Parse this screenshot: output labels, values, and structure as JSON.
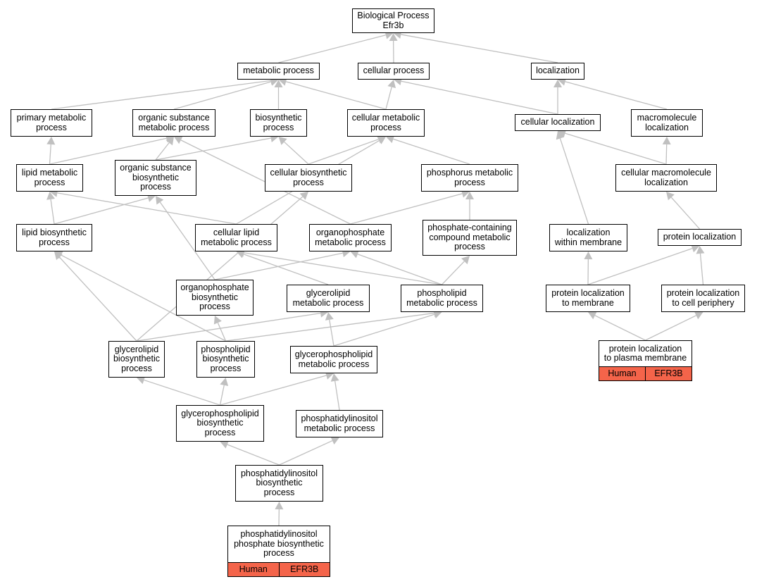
{
  "colors": {
    "edge": "#c0c0c0",
    "tag_fill": "#f4644a",
    "node_border": "#000000"
  },
  "nodes": {
    "bp": {
      "label": "Biological Process\nEfr3b"
    },
    "metabolic": {
      "label": "metabolic process"
    },
    "cellular": {
      "label": "cellular process"
    },
    "localization": {
      "label": "localization"
    },
    "primary_metabolic": {
      "label": "primary metabolic\nprocess"
    },
    "organic_substance_metabolic": {
      "label": "organic substance\nmetabolic process"
    },
    "biosynthetic": {
      "label": "biosynthetic\nprocess"
    },
    "cellular_metabolic": {
      "label": "cellular metabolic\nprocess"
    },
    "cellular_localization": {
      "label": "cellular localization"
    },
    "macromolecule_localization": {
      "label": "macromolecule\nlocalization"
    },
    "lipid_metabolic": {
      "label": "lipid metabolic\nprocess"
    },
    "organic_substance_biosynthetic": {
      "label": "organic substance\nbiosynthetic\nprocess"
    },
    "cellular_biosynthetic": {
      "label": "cellular biosynthetic\nprocess"
    },
    "phosphorus_metabolic": {
      "label": "phosphorus metabolic\nprocess"
    },
    "cellular_macromolecule_localization": {
      "label": "cellular macromolecule\nlocalization"
    },
    "lipid_biosynthetic": {
      "label": "lipid biosynthetic\nprocess"
    },
    "cellular_lipid_metabolic": {
      "label": "cellular lipid\nmetabolic process"
    },
    "organophosphate_metabolic": {
      "label": "organophosphate\nmetabolic process"
    },
    "phosphate_containing": {
      "label": "phosphate-containing\ncompound metabolic\nprocess"
    },
    "localization_within_membrane": {
      "label": "localization\nwithin membrane"
    },
    "protein_localization": {
      "label": "protein localization"
    },
    "organophosphate_biosynthetic": {
      "label": "organophosphate\nbiosynthetic\nprocess"
    },
    "glycerolipid_metabolic": {
      "label": "glycerolipid\nmetabolic process"
    },
    "phospholipid_metabolic": {
      "label": "phospholipid\nmetabolic process"
    },
    "protein_localization_membrane": {
      "label": "protein localization\nto membrane"
    },
    "protein_localization_periphery": {
      "label": "protein localization\nto cell periphery"
    },
    "glycerolipid_biosynthetic": {
      "label": "glycerolipid\nbiosynthetic\nprocess"
    },
    "phospholipid_biosynthetic": {
      "label": "phospholipid\nbiosynthetic\nprocess"
    },
    "glycerophospholipid_metabolic": {
      "label": "glycerophospholipid\nmetabolic process"
    },
    "protein_localization_plasma": {
      "label": "protein localization\nto plasma membrane",
      "tags": [
        "Human",
        "EFR3B"
      ]
    },
    "glycerophospholipid_biosynthetic": {
      "label": "glycerophospholipid\nbiosynthetic\nprocess"
    },
    "phosphatidylinositol_metabolic": {
      "label": "phosphatidylinositol\nmetabolic process"
    },
    "phosphatidylinositol_biosynthetic": {
      "label": "phosphatidylinositol\nbiosynthetic\nprocess"
    },
    "pip_biosynthetic": {
      "label": "phosphatidylinositol\nphosphate biosynthetic\nprocess",
      "tags": [
        "Human",
        "EFR3B"
      ]
    }
  },
  "edges": [
    [
      "metabolic",
      "bp"
    ],
    [
      "cellular",
      "bp"
    ],
    [
      "localization",
      "bp"
    ],
    [
      "primary_metabolic",
      "metabolic"
    ],
    [
      "organic_substance_metabolic",
      "metabolic"
    ],
    [
      "biosynthetic",
      "metabolic"
    ],
    [
      "cellular_metabolic",
      "metabolic"
    ],
    [
      "cellular_metabolic",
      "cellular"
    ],
    [
      "cellular_localization",
      "cellular"
    ],
    [
      "cellular_localization",
      "localization"
    ],
    [
      "macromolecule_localization",
      "localization"
    ],
    [
      "lipid_metabolic",
      "primary_metabolic"
    ],
    [
      "lipid_metabolic",
      "organic_substance_metabolic"
    ],
    [
      "organic_substance_biosynthetic",
      "organic_substance_metabolic"
    ],
    [
      "organic_substance_biosynthetic",
      "biosynthetic"
    ],
    [
      "cellular_biosynthetic",
      "biosynthetic"
    ],
    [
      "cellular_biosynthetic",
      "cellular_metabolic"
    ],
    [
      "phosphorus_metabolic",
      "cellular_metabolic"
    ],
    [
      "cellular_macromolecule_localization",
      "cellular_localization"
    ],
    [
      "cellular_macromolecule_localization",
      "macromolecule_localization"
    ],
    [
      "lipid_biosynthetic",
      "lipid_metabolic"
    ],
    [
      "lipid_biosynthetic",
      "organic_substance_biosynthetic"
    ],
    [
      "cellular_lipid_metabolic",
      "lipid_metabolic"
    ],
    [
      "cellular_lipid_metabolic",
      "cellular_metabolic"
    ],
    [
      "organophosphate_metabolic",
      "organic_substance_metabolic"
    ],
    [
      "organophosphate_metabolic",
      "phosphorus_metabolic"
    ],
    [
      "phosphate_containing",
      "phosphorus_metabolic"
    ],
    [
      "localization_within_membrane",
      "cellular_localization"
    ],
    [
      "protein_localization",
      "cellular_macromolecule_localization"
    ],
    [
      "organophosphate_biosynthetic",
      "organic_substance_biosynthetic"
    ],
    [
      "organophosphate_biosynthetic",
      "organophosphate_metabolic"
    ],
    [
      "glycerolipid_metabolic",
      "cellular_lipid_metabolic"
    ],
    [
      "phospholipid_metabolic",
      "cellular_lipid_metabolic"
    ],
    [
      "phospholipid_metabolic",
      "organophosphate_metabolic"
    ],
    [
      "phospholipid_metabolic",
      "phosphate_containing"
    ],
    [
      "protein_localization_membrane",
      "localization_within_membrane"
    ],
    [
      "protein_localization_membrane",
      "protein_localization"
    ],
    [
      "protein_localization_periphery",
      "protein_localization"
    ],
    [
      "glycerolipid_biosynthetic",
      "lipid_biosynthetic"
    ],
    [
      "glycerolipid_biosynthetic",
      "cellular_biosynthetic"
    ],
    [
      "glycerolipid_biosynthetic",
      "glycerolipid_metabolic"
    ],
    [
      "phospholipid_biosynthetic",
      "lipid_biosynthetic"
    ],
    [
      "phospholipid_biosynthetic",
      "organophosphate_biosynthetic"
    ],
    [
      "phospholipid_biosynthetic",
      "phospholipid_metabolic"
    ],
    [
      "glycerophospholipid_metabolic",
      "glycerolipid_metabolic"
    ],
    [
      "glycerophospholipid_metabolic",
      "phospholipid_metabolic"
    ],
    [
      "protein_localization_plasma",
      "protein_localization_membrane"
    ],
    [
      "protein_localization_plasma",
      "protein_localization_periphery"
    ],
    [
      "glycerophospholipid_biosynthetic",
      "glycerolipid_biosynthetic"
    ],
    [
      "glycerophospholipid_biosynthetic",
      "phospholipid_biosynthetic"
    ],
    [
      "glycerophospholipid_biosynthetic",
      "glycerophospholipid_metabolic"
    ],
    [
      "phosphatidylinositol_metabolic",
      "glycerophospholipid_metabolic"
    ],
    [
      "phosphatidylinositol_biosynthetic",
      "glycerophospholipid_biosynthetic"
    ],
    [
      "phosphatidylinositol_biosynthetic",
      "phosphatidylinositol_metabolic"
    ],
    [
      "pip_biosynthetic",
      "phosphatidylinositol_biosynthetic"
    ]
  ]
}
